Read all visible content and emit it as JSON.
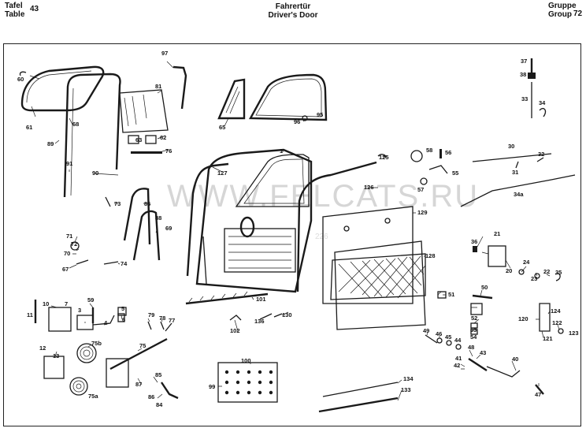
{
  "header": {
    "table_label_de": "Tafel",
    "table_label_en": "Table",
    "table_number": "43",
    "title_de": "Fahrertür",
    "title_en": "Driver's Door",
    "group_label_de": "Gruppe",
    "group_label_en": "Group",
    "group_number": "72"
  },
  "watermark": {
    "text": "WWW.FELCATS.RU",
    "subtext": "226"
  },
  "callouts": [
    "60",
    "61",
    "68",
    "89",
    "91",
    "90",
    "97",
    "81",
    "63",
    "62",
    "76",
    "65",
    "96",
    "95",
    "1",
    "127",
    "125",
    "126",
    "129",
    "58",
    "56",
    "55",
    "57",
    "37",
    "38",
    "33",
    "34",
    "30",
    "32",
    "31",
    "34a",
    "73",
    "86",
    "88",
    "69",
    "71",
    "72",
    "70",
    "67",
    "74",
    "101",
    "136",
    "130",
    "102",
    "128",
    "36",
    "21",
    "20",
    "24",
    "23",
    "22",
    "35",
    "50",
    "51",
    "52",
    "53",
    "54",
    "124",
    "120",
    "122",
    "121",
    "123",
    "10",
    "7",
    "59",
    "3",
    "4",
    "6",
    "5",
    "11",
    "12",
    "13",
    "75b",
    "75",
    "79",
    "78",
    "77",
    "85",
    "87",
    "86",
    "84",
    "75a",
    "100",
    "99",
    "49",
    "46",
    "45",
    "44",
    "48",
    "43",
    "42",
    "41",
    "40",
    "47",
    "134",
    "133"
  ]
}
